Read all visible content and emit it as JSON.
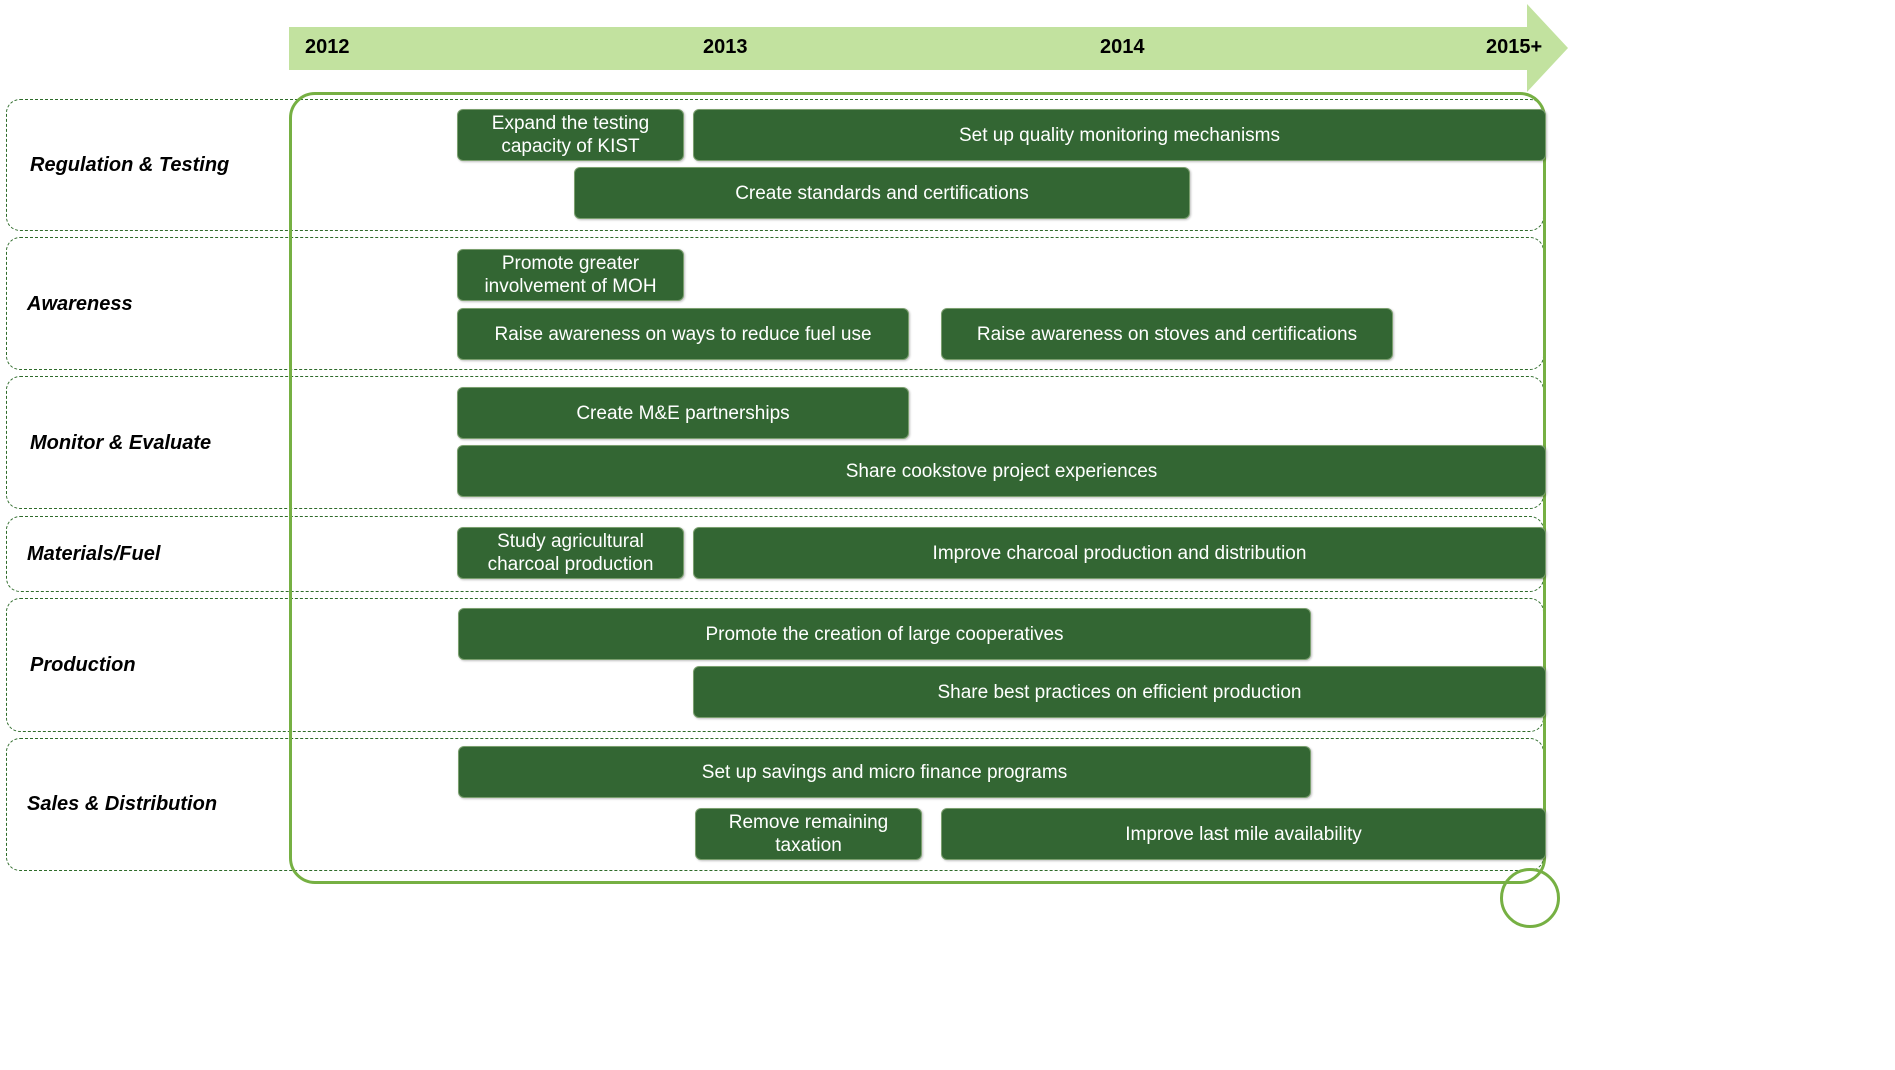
{
  "timeline": {
    "years": [
      "2012",
      "2013",
      "2014",
      "2015+"
    ],
    "arrow_color": "#c2e29f"
  },
  "rows": [
    {
      "label": "Regulation & Testing",
      "bars": [
        {
          "text": "Expand the testing capacity of KIST"
        },
        {
          "text": "Set up quality monitoring mechanisms"
        },
        {
          "text": "Create standards and certifications"
        }
      ]
    },
    {
      "label": "Awareness",
      "bars": [
        {
          "text": "Promote greater involvement of MOH"
        },
        {
          "text": "Raise awareness on ways to reduce fuel use"
        },
        {
          "text": "Raise awareness on stoves and certifications"
        }
      ]
    },
    {
      "label": "Monitor & Evaluate",
      "bars": [
        {
          "text": "Create M&E partnerships"
        },
        {
          "text": "Share cookstove project experiences"
        }
      ]
    },
    {
      "label": "Materials/Fuel",
      "bars": [
        {
          "text": "Study agricultural charcoal production"
        },
        {
          "text": "Improve charcoal production and distribution"
        }
      ]
    },
    {
      "label": "Production",
      "bars": [
        {
          "text": "Promote the creation of large cooperatives"
        },
        {
          "text": "Share best practices on efficient production"
        }
      ]
    },
    {
      "label": "Sales & Distribution",
      "bars": [
        {
          "text": "Set up savings and micro finance programs"
        },
        {
          "text": "Remove remaining taxation"
        },
        {
          "text": "Improve last mile availability"
        }
      ]
    }
  ],
  "colors": {
    "bar_fill": "#336633",
    "frame": "#76b043",
    "row_border": "#2e6b2a"
  }
}
